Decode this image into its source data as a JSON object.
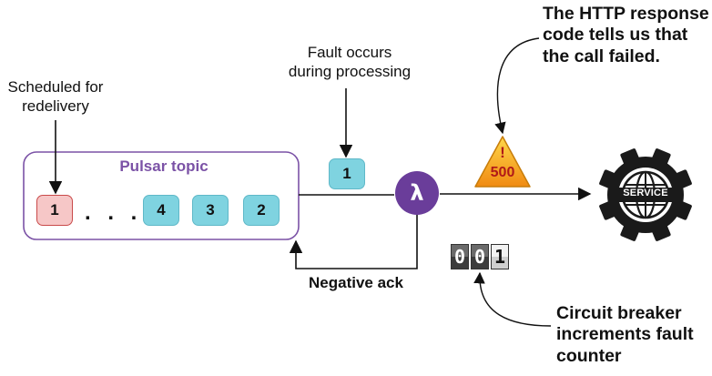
{
  "labels": {
    "scheduled": "Scheduled for\nredelivery",
    "fault_occurs": "Fault occurs\nduring processing",
    "http_response": "The HTTP response\ncode tells us that\nthe call failed.",
    "circuit_breaker": "Circuit breaker\nincrements fault\ncounter",
    "negative_ack": "Negative ack",
    "topic_title": "Pulsar topic"
  },
  "topic_messages": {
    "pending": "1",
    "ellipsis": ". . .",
    "queued": [
      "4",
      "3",
      "2"
    ]
  },
  "in_flight_message": "1",
  "function_symbol": "λ",
  "warning": {
    "mark": "!",
    "code": "500"
  },
  "service_label": "SERVICE",
  "fault_counter": [
    "0",
    "0",
    "1"
  ],
  "colors": {
    "topic_border": "#7b52a6",
    "topic_title": "#7b52a6",
    "function": "#6a3d9a",
    "message": "#7fd3e0",
    "pending_message": "#f6c7c7",
    "warning": "#f4b11a",
    "warning_text": "#b01818",
    "service": "#1a1a1a"
  },
  "icons": {
    "function": "lambda-icon",
    "warning": "warning-triangle-icon",
    "service": "gear-service-icon",
    "counter": "fault-counter-icon"
  }
}
